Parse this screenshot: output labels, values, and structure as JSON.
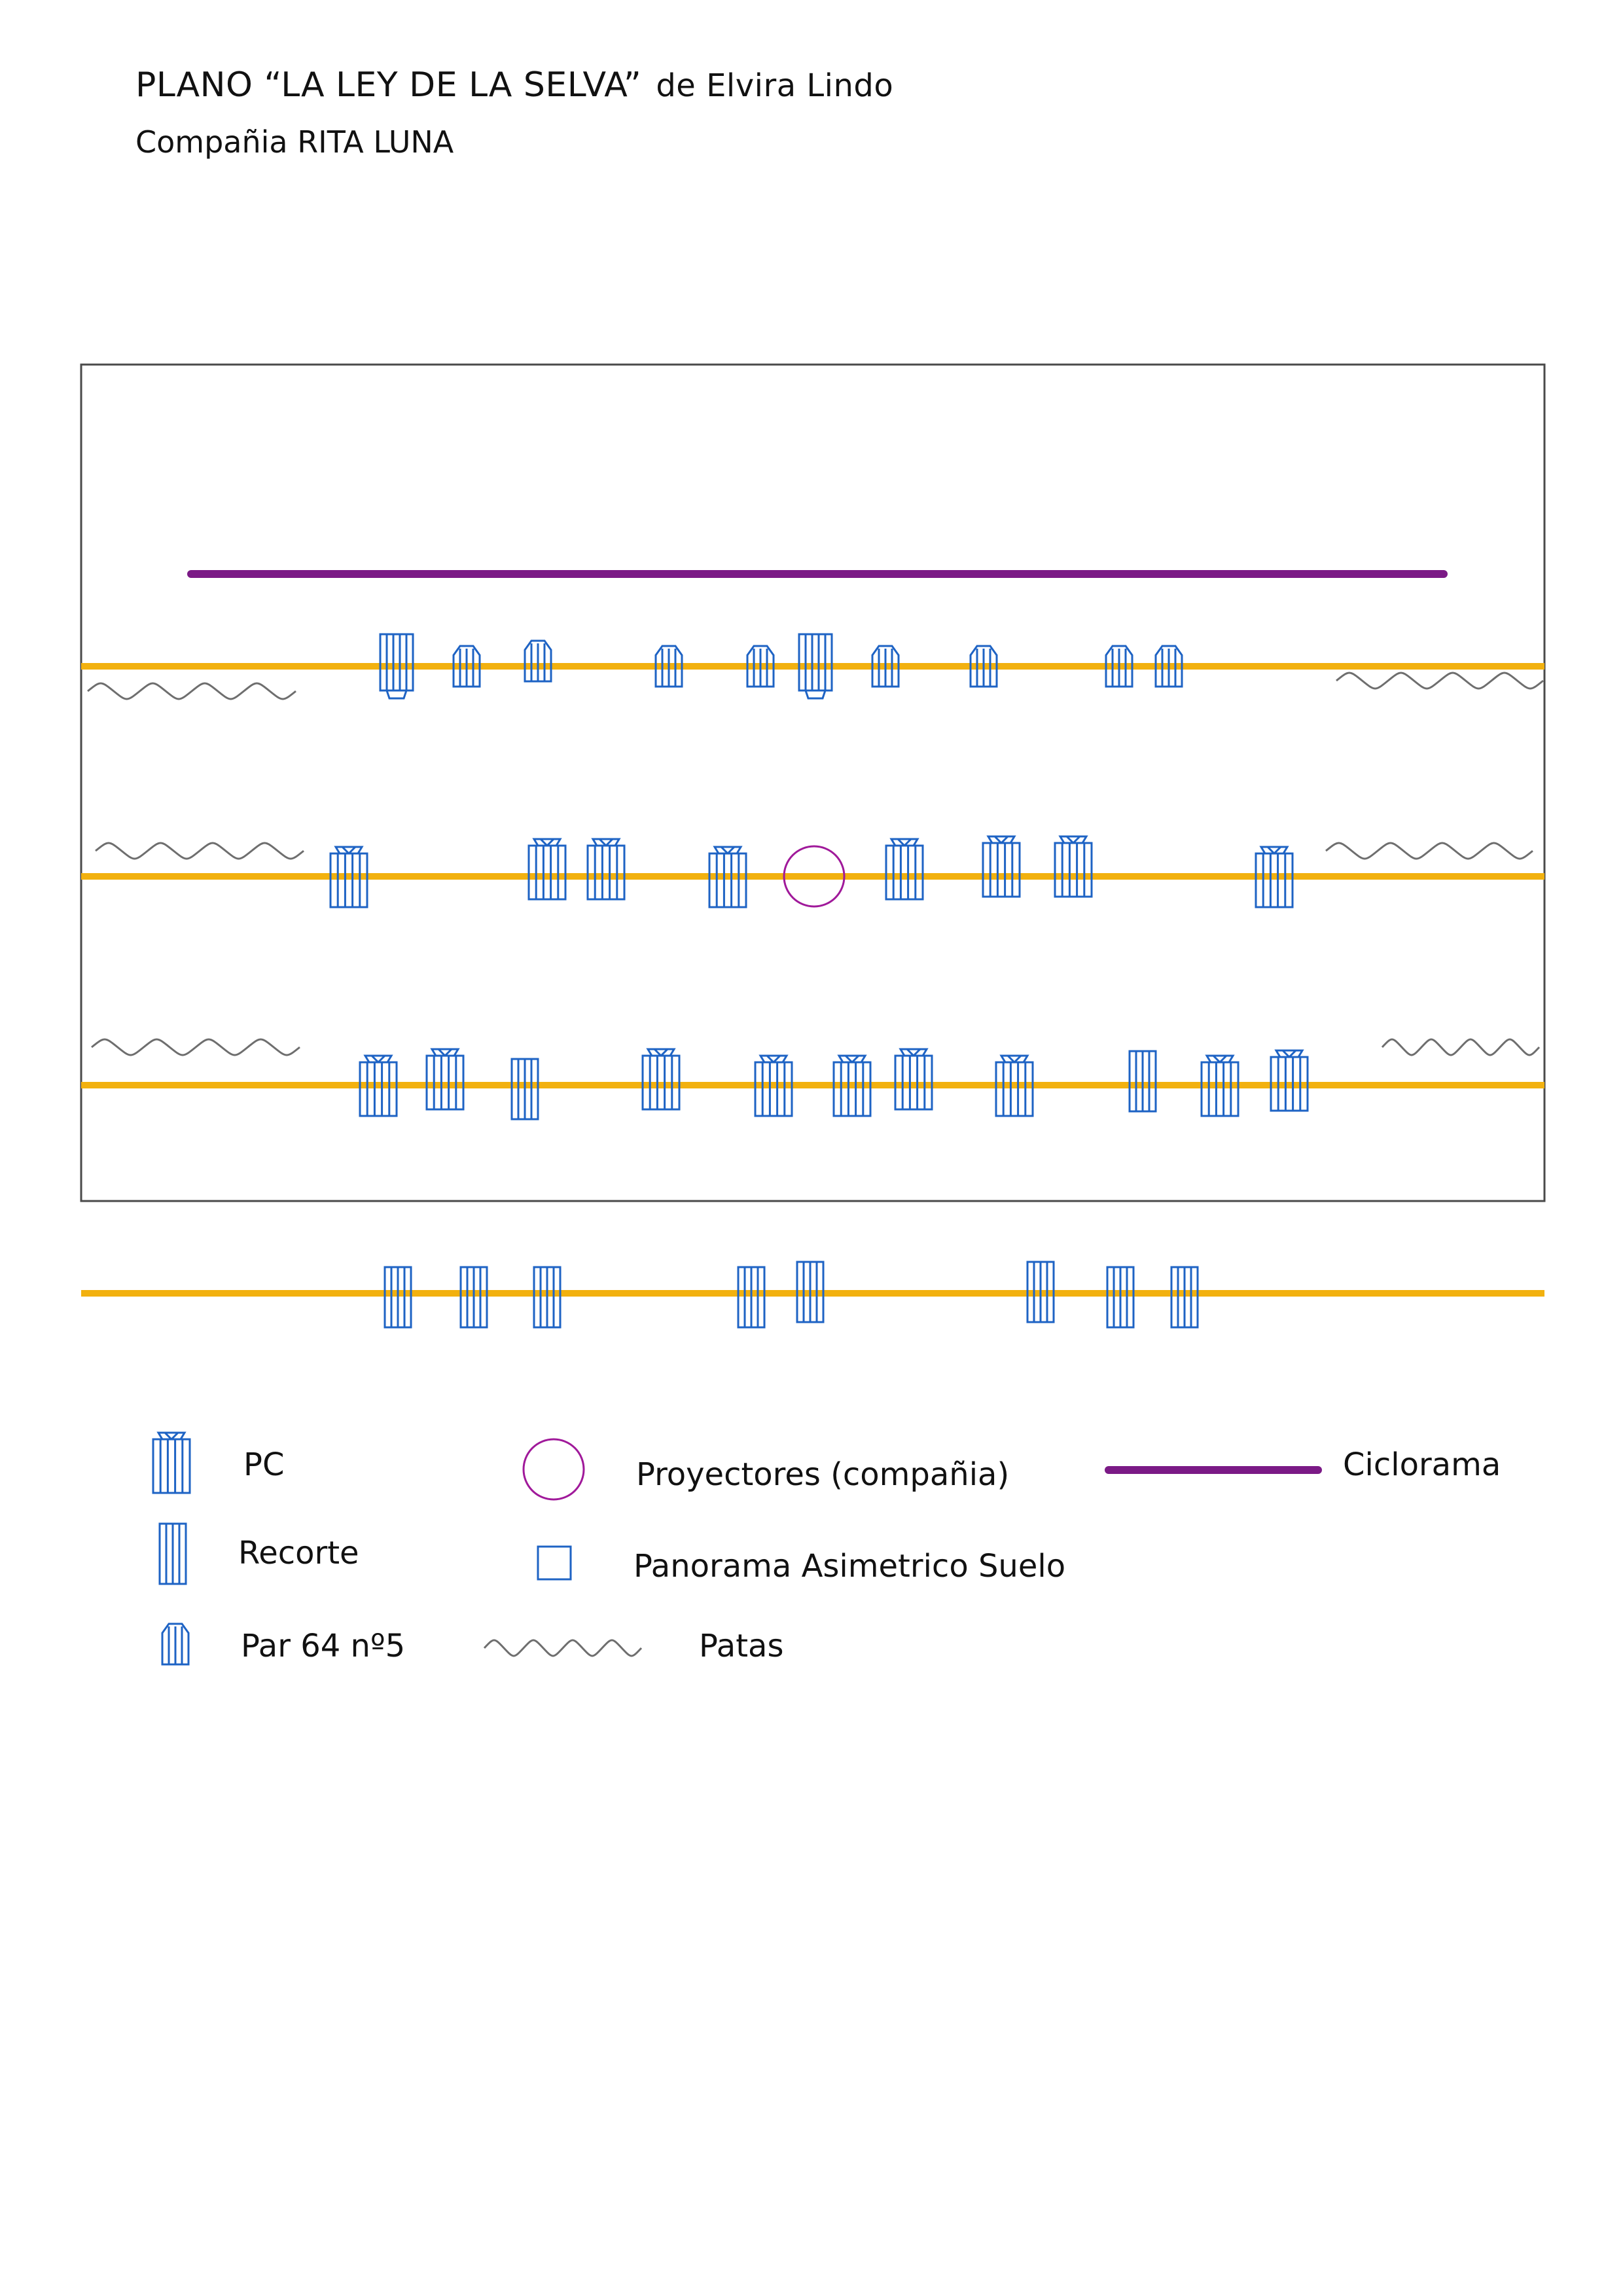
{
  "header": {
    "title": "PLANO  “LA LEY DE LA SELVA”",
    "author": "de Elvira Lindo",
    "company": "Compañia RITA LUNA"
  },
  "colors": {
    "rail": "#F2B10F",
    "cyclorama": "#7B1A86",
    "projector": "#A0199A",
    "fixture": "#1E63C4",
    "patas": "#6E6E6E",
    "stage_border": "#4A4A4A"
  },
  "rails": [
    {
      "id": "rail-1",
      "fixtures": [
        "pc-tall",
        "par",
        "par",
        "par",
        "par",
        "pc-tall",
        "par",
        "par",
        "par",
        "par"
      ]
    },
    {
      "id": "rail-2",
      "fixtures": [
        "pc",
        "pc",
        "pc",
        "pc",
        "projector",
        "pc",
        "pc",
        "pc",
        "pc"
      ]
    },
    {
      "id": "rail-3",
      "fixtures": [
        "pc",
        "pc",
        "recorte",
        "pc",
        "pc",
        "pc",
        "pc",
        "pc",
        "recorte",
        "pc",
        "pc"
      ]
    },
    {
      "id": "rail-4",
      "fixtures": [
        "recorte",
        "recorte",
        "recorte",
        "recorte",
        "recorte",
        "recorte",
        "recorte",
        "recorte"
      ]
    }
  ],
  "legend": {
    "pc": {
      "label": "PC",
      "icon": "pc-icon"
    },
    "recorte": {
      "label": "Recorte",
      "icon": "recorte-icon"
    },
    "par": {
      "label": "Par 64 nº5",
      "icon": "par-icon"
    },
    "projector": {
      "label": "Proyectores (compañia)",
      "icon": "projector-circle-icon"
    },
    "panorama": {
      "label": "Panorama Asimetrico Suelo",
      "icon": "square-icon"
    },
    "patas": {
      "label": "Patas",
      "icon": "wave-icon"
    },
    "ciclorama": {
      "label": "Ciclorama",
      "icon": "purple-line-icon"
    }
  }
}
